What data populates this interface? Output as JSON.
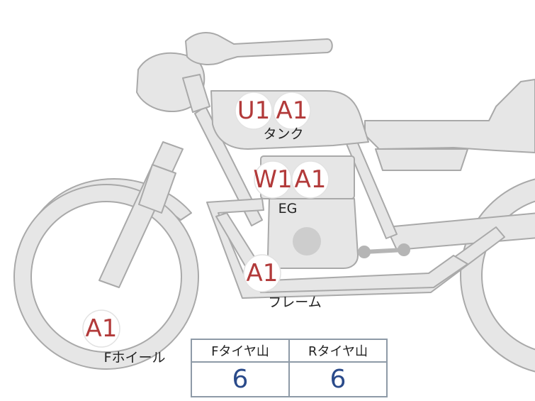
{
  "labels": {
    "tank": "タンク",
    "engine": "EG",
    "frame": "フレーム",
    "front_wheel": "Fホイール"
  },
  "codes": {
    "tank": [
      "U1",
      "A1"
    ],
    "engine": [
      "W1",
      "A1"
    ],
    "frame": [
      "A1"
    ],
    "front_wheel": [
      "A1"
    ]
  },
  "tread_table": {
    "front_header": "Fタイヤ山",
    "rear_header": "Rタイヤ山",
    "front_value": "6",
    "rear_value": "6"
  },
  "colors": {
    "code_text": "#b23a3a",
    "table_value": "#2a4a8a",
    "part_fill": "#e6e6e6",
    "part_stroke": "#a9a9a9"
  }
}
